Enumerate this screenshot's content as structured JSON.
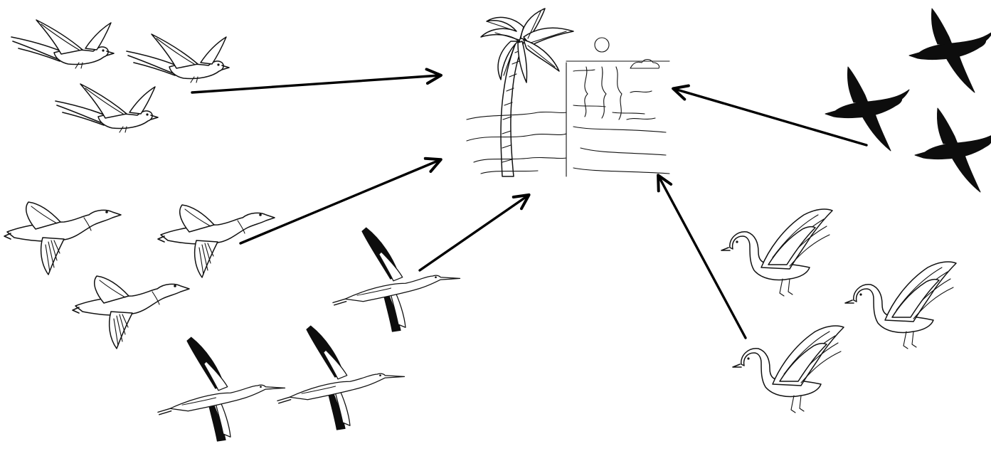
{
  "diagram": {
    "destination": {
      "icon": "tropical-beach-palm-icon"
    },
    "flocks": [
      {
        "id": "swallows",
        "icon": "swallow-icon",
        "count": 3
      },
      {
        "id": "ducks",
        "icon": "duck-icon",
        "count": 3
      },
      {
        "id": "storks",
        "icon": "stork-icon",
        "count": 3
      },
      {
        "id": "blackbirds",
        "icon": "blackbird-icon",
        "count": 3
      },
      {
        "id": "swans",
        "icon": "swan-icon",
        "count": 3
      }
    ],
    "arrow_color": "#000000"
  }
}
